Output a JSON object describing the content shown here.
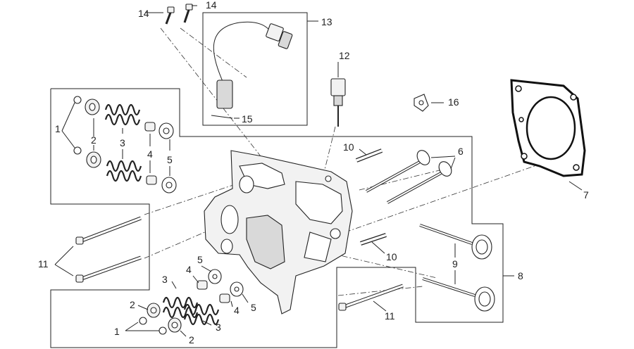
{
  "callouts": {
    "c1a": "1",
    "c2a": "2",
    "c3a": "3",
    "c4a": "4",
    "c5a": "5",
    "c1b": "1",
    "c2b": "2",
    "c2c": "2",
    "c3b": "3",
    "c3c": "3",
    "c4b": "4",
    "c4c": "4",
    "c5b": "5",
    "c5c": "5",
    "c6": "6",
    "c7": "7",
    "c8": "8",
    "c9": "9",
    "c10a": "10",
    "c10b": "10",
    "c11a": "11",
    "c11b": "11",
    "c12": "12",
    "c13": "13",
    "c14a": "14",
    "c14b": "14",
    "c15": "15",
    "c16": "16"
  }
}
